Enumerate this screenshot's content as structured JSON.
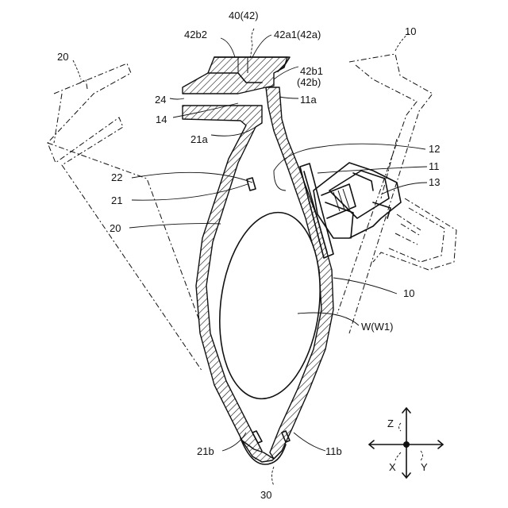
{
  "labels": {
    "l40": "40(42)",
    "l42b2": "42b2",
    "l42a1": "42a1(42a)",
    "l42b1": "42b1",
    "l42b": "(42b)",
    "l10top": "10",
    "l20top": "20",
    "l24": "24",
    "l11a": "11a",
    "l14": "14",
    "l21a": "21a",
    "l12": "12",
    "l11": "11",
    "l22": "22",
    "l13": "13",
    "l21": "21",
    "l20": "20",
    "l10": "10",
    "lW": "W(W1)",
    "l21b": "21b",
    "l11b": "11b",
    "l30": "30",
    "axisZ": "Z",
    "axisX": "X",
    "axisY": "Y"
  }
}
